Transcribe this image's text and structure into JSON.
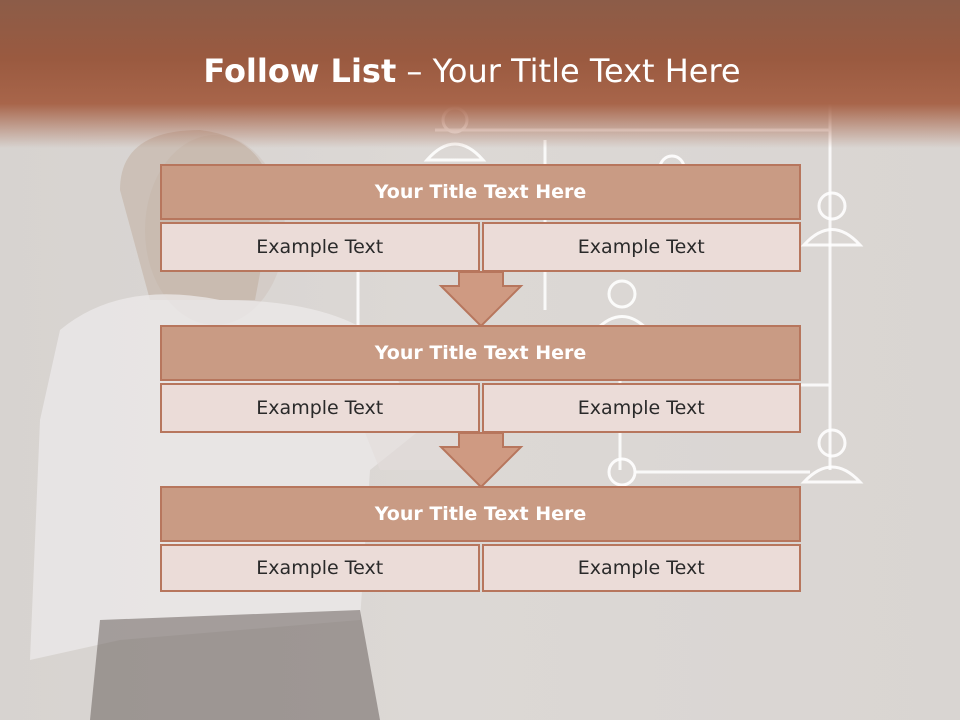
{
  "slide": {
    "title_bold": "Follow List",
    "title_rest": " – Your Title Text Here"
  },
  "blocks": [
    {
      "title": "Your Title Text Here",
      "cells": [
        "Example Text",
        "Example Text"
      ]
    },
    {
      "title": "Your Title Text Here",
      "cells": [
        "Example Text",
        "Example Text"
      ]
    },
    {
      "title": "Your Title Text Here",
      "cells": [
        "Example Text",
        "Example Text"
      ]
    }
  ],
  "colors": {
    "header": "#9a5a40",
    "block_title_fill": "#c99b84",
    "cell_fill": "#ebdcd8",
    "border": "#b7765d",
    "arrow_fill": "#cf9a82"
  }
}
